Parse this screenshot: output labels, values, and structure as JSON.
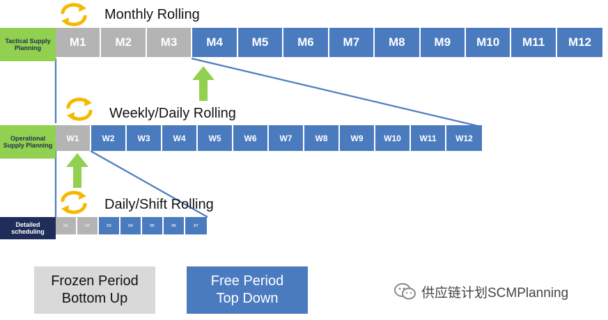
{
  "titles": {
    "monthly": "Monthly Rolling",
    "weekly": "Weekly/Daily Rolling",
    "daily": "Daily/Shift Rolling"
  },
  "levels": {
    "tactical": "Tactical Supply Planning",
    "operational": "Operational Supply Planning",
    "detailed": "Detailed scheduling"
  },
  "months": {
    "frozen": [
      "M1",
      "M2",
      "M3"
    ],
    "free": [
      "M4",
      "M5",
      "M6",
      "M7",
      "M8",
      "M9",
      "M10",
      "M11",
      "M12"
    ]
  },
  "weeks": {
    "frozen": [
      "W1"
    ],
    "free": [
      "W2",
      "W3",
      "W4",
      "W5",
      "W6",
      "W7",
      "W8",
      "W9",
      "W10",
      "W11",
      "W12"
    ]
  },
  "days": {
    "frozen": [
      "D1",
      "D2"
    ],
    "free": [
      "D3",
      "D4",
      "D5",
      "D6",
      "D7"
    ]
  },
  "legend": {
    "frozen_line1": "Frozen Period",
    "frozen_line2": "Bottom Up",
    "free_line1": "Free Period",
    "free_line2": "Top Down"
  },
  "watermark": "供应链计划SCMPlanning",
  "icons": {
    "rolling": "rolling-cycle-icon",
    "arrow": "up-arrow-icon",
    "watermark": "wechat-icon"
  },
  "colors": {
    "frozen": "#b4b4b4",
    "free": "#4a7bbf",
    "level_green": "#92d050",
    "level_navy": "#1f2d5a",
    "arrow_green": "#92d050",
    "rolling_icon": "#f5b800",
    "connector": "#4a7bbf"
  }
}
